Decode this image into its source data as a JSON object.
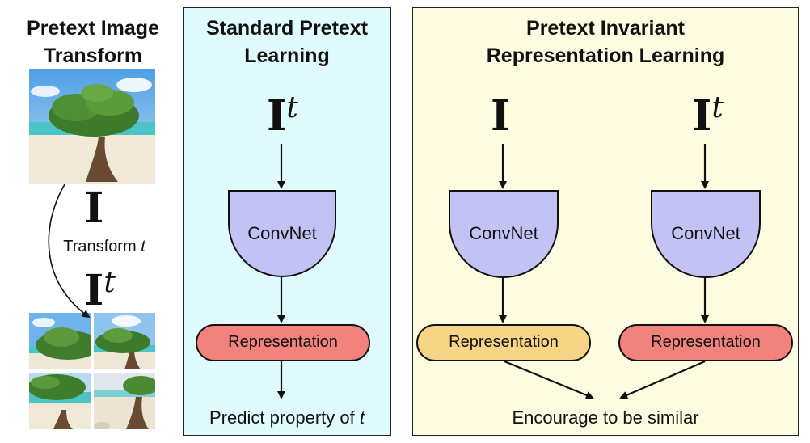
{
  "left": {
    "title_line1": "Pretext Image",
    "title_line2": "Transform",
    "image_label": "I",
    "transform_label": "Transform ",
    "transform_var": "t",
    "transformed_label": "I",
    "transformed_sup": "t"
  },
  "middle": {
    "title_line1": "Standard Pretext",
    "title_line2": "Learning",
    "input_label": "I",
    "input_sup": "t",
    "convnet_label": "ConvNet",
    "representation_label": "Representation",
    "output_text": "Predict property of ",
    "output_var": "t"
  },
  "right": {
    "title_line1": "Pretext Invariant",
    "title_line2": "Representation Learning",
    "input_left_label": "I",
    "input_right_label": "I",
    "input_right_sup": "t",
    "convnet_left_label": "ConvNet",
    "convnet_right_label": "ConvNet",
    "representation_left_label": "Representation",
    "representation_right_label": "Representation",
    "output_text": "Encourage to be similar"
  },
  "colors": {
    "middle_panel_bg": "#e0fbfd",
    "right_panel_bg": "#fdfce0",
    "convnet_fill": "#c3c2f5",
    "rep_red": "#f2827c",
    "rep_orange": "#f8d486"
  }
}
